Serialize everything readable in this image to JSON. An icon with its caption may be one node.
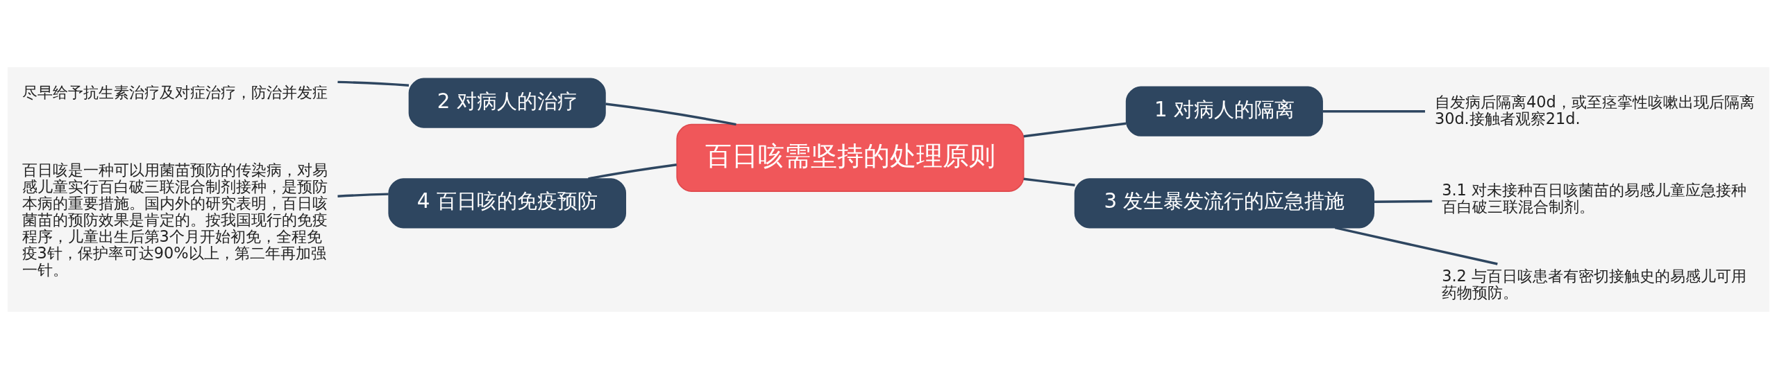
{
  "diagram": {
    "nodes": [
      {
        "text": [
          "百日咳需坚持的处理原则"
        ]
      },
      {
        "text": [
          "1 对病人的隔离"
        ]
      },
      {
        "text": [
          "自发病后隔离40d，或至痉挛性咳嗽出现后隔离30d.接触者观察21d."
        ]
      },
      {
        "text": [
          "2 对病人的治疗"
        ]
      },
      {
        "text": [
          "尽早给予抗生素治疗及对症治疗，防治并发症"
        ]
      },
      {
        "text": [
          "3 发生暴发流行的应急措施"
        ]
      },
      {
        "text": [
          "3.1 对未接种百日咳菌苗的易感儿童应急接种百白破三联混合制剂。"
        ]
      },
      {
        "text": [
          "3.2 与百日咳患者有密切接触史的易感儿可用药物预防。"
        ]
      },
      {
        "text": [
          "4 百日咳的免疫预防"
        ]
      },
      {
        "text": [
          "百日咳是一种可以用菌苗预防的传染病，对易感儿童实行百白破三联混合制剂接种，是预防本病的重要措施。国内外的研究表明，百日咳菌苗的预防效果是肯定的。按我国现行的免疫程序，儿童出生后第3个月开始初免，全程免疫3针，保护率可达90%以上，第二年再加强一针。"
        ]
      }
    ],
    "edges": [
      {
        "from": 0,
        "to": 1,
        "arrow": "none"
      },
      {
        "from": 1,
        "to": 2,
        "arrow": "none"
      },
      {
        "from": 0,
        "to": 3,
        "arrow": "none"
      },
      {
        "from": 3,
        "to": 4,
        "arrow": "none"
      },
      {
        "from": 0,
        "to": 5,
        "arrow": "none"
      },
      {
        "from": 5,
        "to": 6,
        "arrow": "none"
      },
      {
        "from": 5,
        "to": 7,
        "arrow": "none"
      },
      {
        "from": 0,
        "to": 8,
        "arrow": "none"
      },
      {
        "from": 8,
        "to": 9,
        "arrow": "none"
      }
    ]
  }
}
